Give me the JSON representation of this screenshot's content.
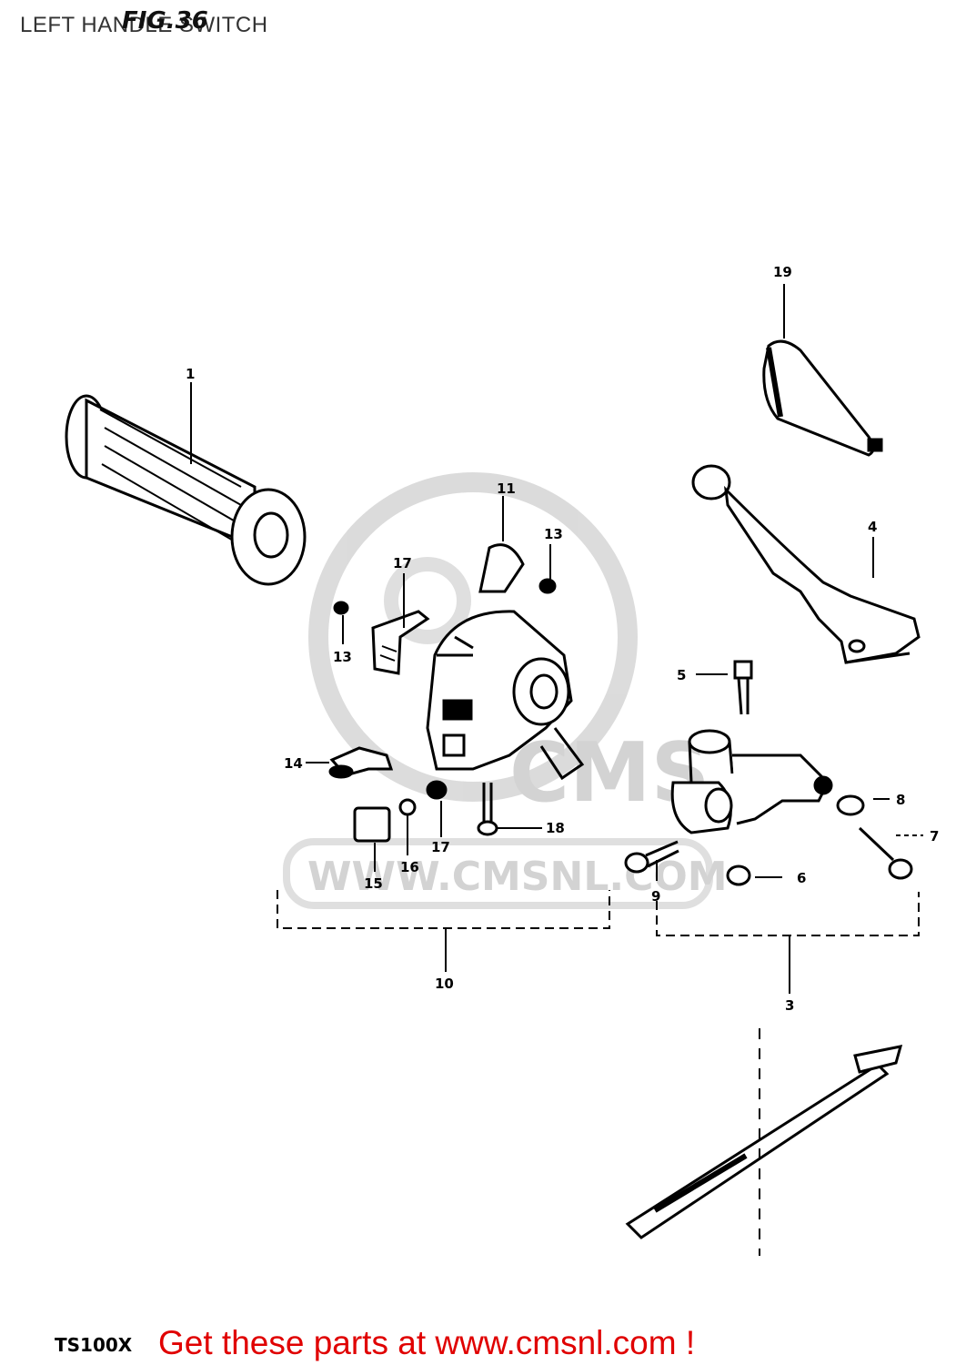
{
  "header": {
    "title": "LEFT HANDLE SWITCH",
    "figure_number": "FIG.36"
  },
  "footer": {
    "model_code": "TS100X",
    "promo": "Get these parts at www.cmsnl.com !"
  },
  "watermark": {
    "brand": "CMS",
    "url": "WWW.CMSNL.COM"
  },
  "callouts": [
    "1",
    "3",
    "4",
    "5",
    "6",
    "7",
    "8",
    "9",
    "10",
    "11",
    "13",
    "13",
    "14",
    "15",
    "16",
    "17",
    "17",
    "18",
    "19"
  ],
  "colors": {
    "promo": "#e00000",
    "watermark": "#cfcfcf",
    "ink": "#000000"
  }
}
